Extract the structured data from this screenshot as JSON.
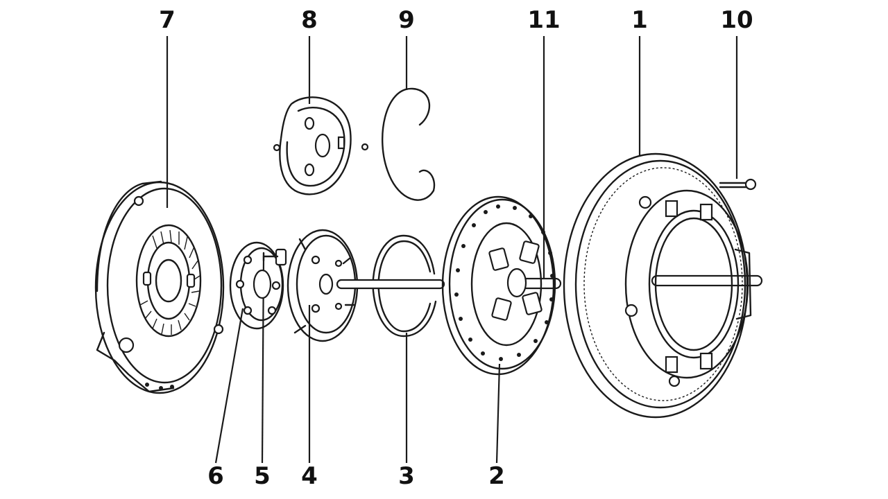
{
  "diagram": {
    "callouts": [
      {
        "id": "7",
        "label": "7"
      },
      {
        "id": "8",
        "label": "8"
      },
      {
        "id": "9",
        "label": "9"
      },
      {
        "id": "11",
        "label": "11"
      },
      {
        "id": "1",
        "label": "1"
      },
      {
        "id": "10",
        "label": "10"
      },
      {
        "id": "6",
        "label": "6"
      },
      {
        "id": "5",
        "label": "5"
      },
      {
        "id": "4",
        "label": "4"
      },
      {
        "id": "3",
        "label": "3"
      },
      {
        "id": "2",
        "label": "2"
      }
    ],
    "colors": {
      "ink": "#1a1a1a",
      "background": "#ffffff"
    }
  }
}
